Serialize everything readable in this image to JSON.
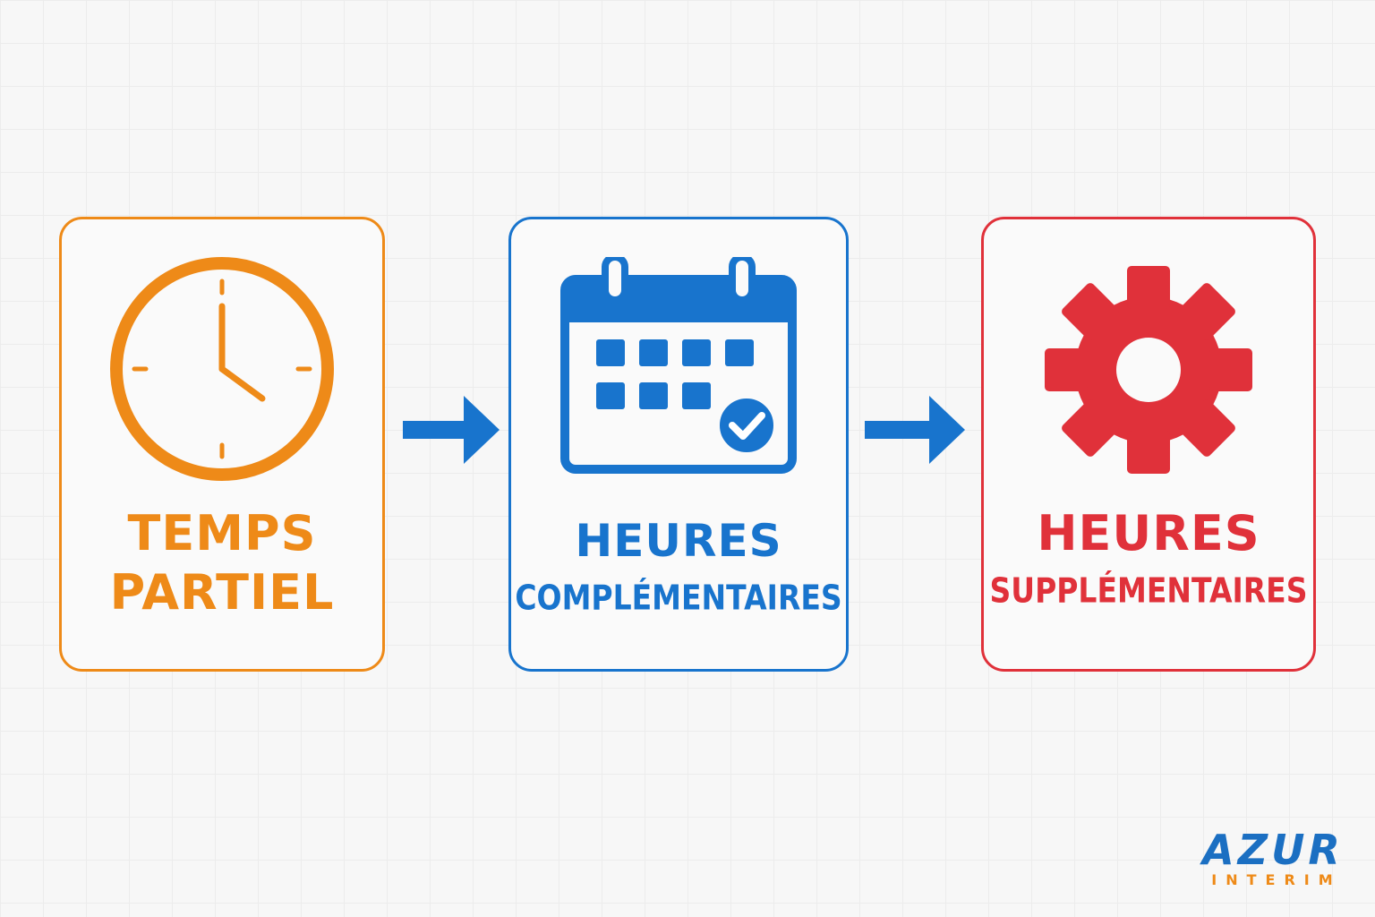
{
  "colors": {
    "orange": "#ee8a18",
    "blue": "#1874cd",
    "red": "#e0313a",
    "logo_blue": "#1b6fc2",
    "logo_orange": "#ee8a18"
  },
  "steps": [
    {
      "icon": "clock-icon",
      "line1": "TEMPS",
      "line2": "PARTIEL"
    },
    {
      "icon": "calendar-check-icon",
      "line1": "HEURES",
      "line2": "COMPLÉMENTAIRES"
    },
    {
      "icon": "gear-icon",
      "line1": "HEURES",
      "line2": "SUPPLÉMENTAIRES"
    }
  ],
  "connectors": [
    "arrow-right-icon",
    "arrow-right-icon"
  ],
  "logo": {
    "main": "AZUR",
    "sub": "INTERIM"
  }
}
